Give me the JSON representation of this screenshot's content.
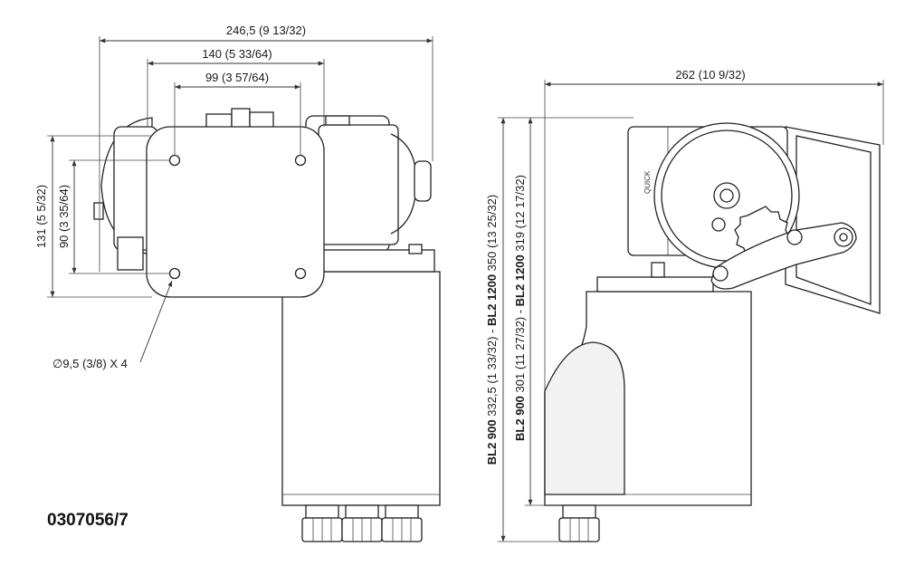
{
  "dimensions": {
    "overall_width": "246,5 (9 13/32)",
    "width_140": "140 (5 33/64)",
    "width_99": "99 (3 57/64)",
    "height_131": "131 (5 5/32)",
    "height_90": "90 (3 35/64)",
    "hole_spec": "∅9,5 (3/8) X 4",
    "side_width": "262 (10 9/32)",
    "height_bl2_900_outer_model": "BL2 900",
    "height_bl2_900_outer_value": " 332,5 (1 33/32) - ",
    "height_bl2_1200_outer_model": "BL2 1200",
    "height_bl2_1200_outer_value": " 350 (13 25/32)",
    "height_bl2_900_inner_model": "BL2 900",
    "height_bl2_900_inner_value": " 301 (11 27/32) - ",
    "height_bl2_1200_inner_model": "BL2 1200",
    "height_bl2_1200_inner_value": " 319 (12 17/32)"
  },
  "part_code": "0307056/7",
  "logo_text": "QUICK"
}
